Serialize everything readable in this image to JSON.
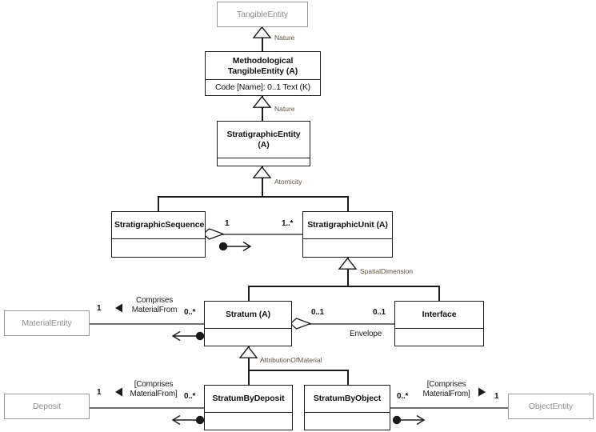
{
  "diagram": {
    "title": "Stratigraphic Entity UML class diagram",
    "colors": {
      "box_border": "#1a1a1a",
      "external_border": "#9a9a9a",
      "external_text": "#8c8c8c",
      "connector": "#6e6e6e",
      "generalization": "#1a1a1a",
      "label_text": "#5d5243",
      "background": "#ffffff"
    },
    "classes": [
      {
        "id": "tangible-entity",
        "name": "TangibleEntity",
        "attributes": "",
        "external": true
      },
      {
        "id": "methodological-tangible-entity",
        "name": "Methodological\nTangibleEntity (A)",
        "attributes": "Code [Name]: 0..1 Text (K)",
        "external": false
      },
      {
        "id": "stratigraphic-entity",
        "name": "StratigraphicEntity (A)",
        "attributes": "",
        "external": false
      },
      {
        "id": "stratigraphic-sequence",
        "name": "StratigraphicSequence",
        "attributes": "",
        "external": false
      },
      {
        "id": "stratigraphic-unit",
        "name": "StratigraphicUnit (A)",
        "attributes": "",
        "external": false
      },
      {
        "id": "material-entity",
        "name": "MaterialEntity",
        "attributes": "",
        "external": true
      },
      {
        "id": "stratum",
        "name": "Stratum (A)",
        "attributes": "",
        "external": false
      },
      {
        "id": "interface",
        "name": "Interface",
        "attributes": "",
        "external": false
      },
      {
        "id": "deposit",
        "name": "Deposit",
        "attributes": "",
        "external": true
      },
      {
        "id": "stratum-by-deposit",
        "name": "StratumByDeposit",
        "attributes": "",
        "external": false
      },
      {
        "id": "stratum-by-object",
        "name": "StratumByObject",
        "attributes": "",
        "external": false
      },
      {
        "id": "object-entity",
        "name": "ObjectEntity",
        "attributes": "",
        "external": true
      }
    ],
    "class_names": {
      "tangible_entity": "TangibleEntity",
      "methodological_line1": "Methodological",
      "methodological_line2": "TangibleEntity (A)",
      "methodological_attr": "Code [Name]: 0..1 Text (K)",
      "stratigraphic_entity": "StratigraphicEntity (A)",
      "stratigraphic_sequence": "StratigraphicSequence",
      "stratigraphic_unit": "StratigraphicUnit (A)",
      "material_entity": "MaterialEntity",
      "stratum": "Stratum (A)",
      "interface": "Interface",
      "deposit": "Deposit",
      "stratum_by_deposit": "StratumByDeposit",
      "stratum_by_object": "StratumByObject",
      "object_entity": "ObjectEntity"
    },
    "generalization_labels": {
      "nature_top": "Nature",
      "nature_mid": "Nature",
      "atomicity": "Atomicity",
      "spatial_dimension": "SpatialDimension",
      "attribution_of_material": "AttributionOfMaterial"
    },
    "associations": [
      {
        "id": "sequence-unit",
        "type": "aggregation",
        "source": "stratigraphic-sequence",
        "target": "stratigraphic-unit",
        "source_multiplicity": "1",
        "target_multiplicity": "1..*",
        "role": ""
      },
      {
        "id": "materialentity-stratum",
        "type": "association",
        "source": "material-entity",
        "target": "stratum",
        "source_multiplicity": "1",
        "target_multiplicity": "0..*",
        "role": "Comprises\nMaterialFrom",
        "direction": "left"
      },
      {
        "id": "stratum-interface",
        "type": "aggregation",
        "source": "stratum",
        "target": "interface",
        "source_multiplicity": "0..1",
        "target_multiplicity": "0..1",
        "role": "Envelope"
      },
      {
        "id": "deposit-stratumbydeposit",
        "type": "association",
        "source": "deposit",
        "target": "stratum-by-deposit",
        "source_multiplicity": "1",
        "target_multiplicity": "0..*",
        "role": "[Comprises\nMaterialFrom]",
        "direction": "left"
      },
      {
        "id": "stratumbyobject-objectentity",
        "type": "association",
        "source": "stratum-by-object",
        "target": "object-entity",
        "source_multiplicity": "0..*",
        "target_multiplicity": "1",
        "role": "[Comprises\nMaterialFrom]",
        "direction": "right"
      }
    ],
    "multiplicities": {
      "seq_1": "1",
      "unit_1star": "1..*",
      "material_1": "1",
      "stratum_0star": "0..*",
      "stratum_01": "0..1",
      "interface_01": "0..1",
      "deposit_1": "1",
      "sbd_0star": "0..*",
      "sbo_0star": "0..*",
      "object_1": "1"
    },
    "roles": {
      "comprises_material_from_l1": "Comprises",
      "comprises_material_from_l2": "MaterialFrom",
      "envelope": "Envelope",
      "bracket_comprises_l1": "[Comprises",
      "bracket_comprises_l2": "MaterialFrom]"
    }
  }
}
